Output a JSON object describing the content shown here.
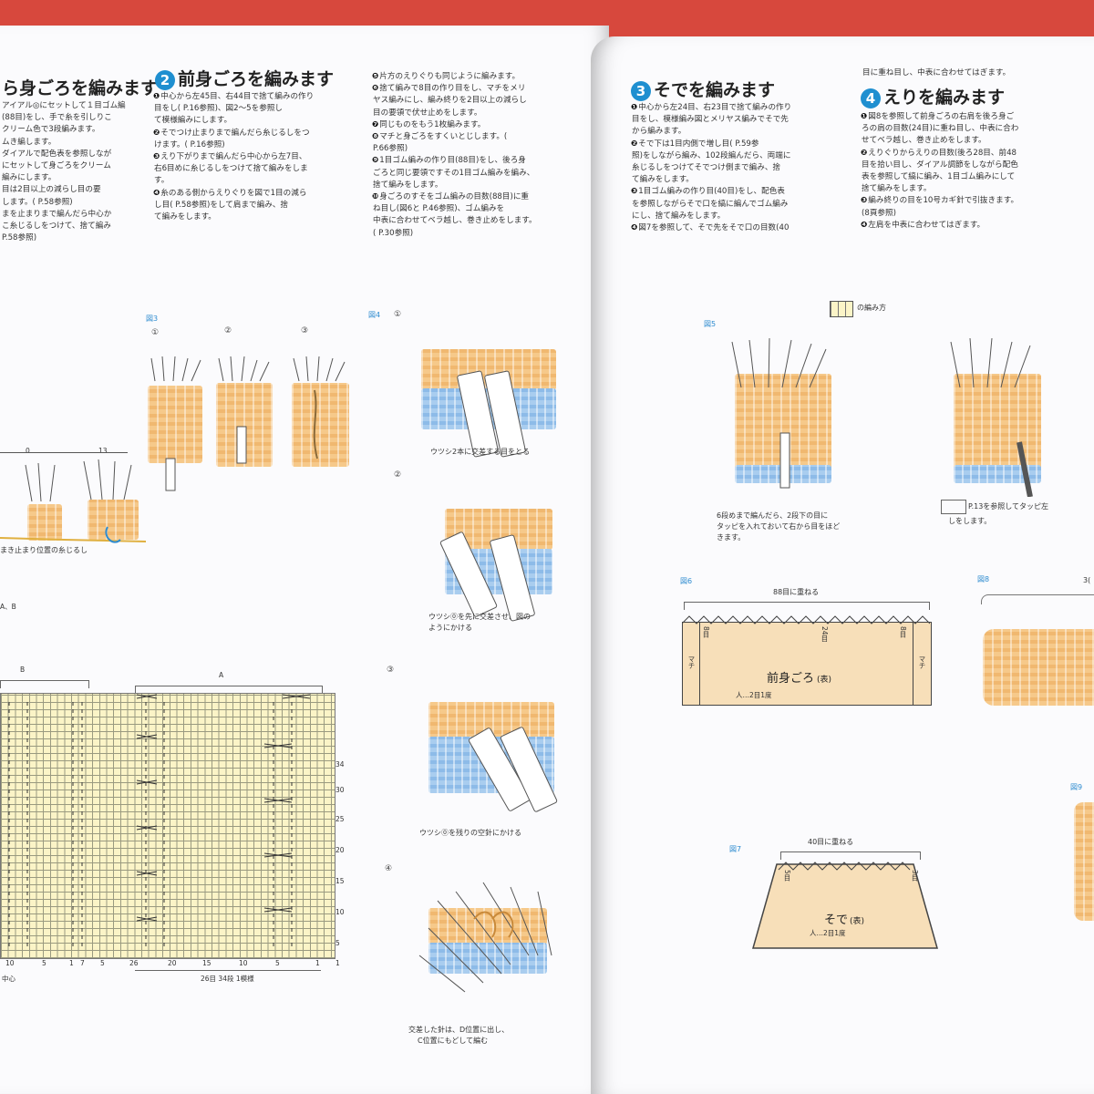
{
  "left_page": {
    "col1": {
      "heading": "ら身ごろを編みます",
      "steps": [
        "アイアル◎にセットして１目ゴム編",
        "(88目)をし、手で糸を引しりこ",
        "クリーム色で3段編みます。",
        "ムき編します。",
        "ダイアルで配色表を参照しなが",
        "にセットして身ごろをクリーム",
        "編みにします。",
        "目は2目以上の減らし目の要",
        "します。(   P.58参照)",
        "まを止まりまで編んだら中心か",
        "こ糸じるしをつけて、捨て編み",
        "P.58参照)"
      ]
    },
    "col2": {
      "number": "2",
      "heading": "前身ごろを編みます",
      "steps": [
        {
          "n": "❶",
          "text": "中心から左45目、右44目で捨て編みの作り"
        },
        {
          "n": "",
          "text": "目をし(   P.16参照)、図2〜5を参照し"
        },
        {
          "n": "",
          "text": "て模様編みにします。"
        },
        {
          "n": "❷",
          "text": "そでつけ止まりまで編んだら糸じるしをつ"
        },
        {
          "n": "",
          "text": "けます。(   P.16参照)"
        },
        {
          "n": "❸",
          "text": "えり下がりまで編んだら中心から左7目、"
        },
        {
          "n": "",
          "text": "右6目めに糸じるしをつけて捨て編みをしま"
        },
        {
          "n": "",
          "text": "す。"
        },
        {
          "n": "❹",
          "text": "糸のある側からえりぐりを図で1目の減ら"
        },
        {
          "n": "",
          "text": "し目(   P.58参照)をして肩まで編み、捨"
        },
        {
          "n": "",
          "text": "て編みをします。"
        }
      ]
    },
    "col3": {
      "steps": [
        {
          "n": "❺",
          "text": "片方のえりぐりも同じように編みます。"
        },
        {
          "n": "❻",
          "text": "捨て編みで8目の作り目をし、マチをメリ"
        },
        {
          "n": "",
          "text": "ヤス編みにし、編み終りを2目以上の減らし"
        },
        {
          "n": "",
          "text": "目の要領で伏せ止めをします。"
        },
        {
          "n": "❼",
          "text": "同じものをもう1枚編みます。"
        },
        {
          "n": "❽",
          "text": "マチと身ごろをすくいとじします。(   "
        },
        {
          "n": "",
          "text": "P.66参照)"
        },
        {
          "n": "❾",
          "text": "1目ゴム編みの作り目(88目)をし、後ろ身"
        },
        {
          "n": "",
          "text": "ごろと同じ要領ですその1目ゴム編みを編み、"
        },
        {
          "n": "",
          "text": "捨て編みをします。"
        },
        {
          "n": "❿",
          "text": "身ごろのすそをゴム編みの目数(88目)に重"
        },
        {
          "n": "",
          "text": "ね目し(図6と   P.46参照)、ゴム編みを"
        },
        {
          "n": "",
          "text": "中表に合わせてベラ越し、巻き止めをします。"
        },
        {
          "n": "",
          "text": "(   P.30参照)"
        }
      ]
    },
    "fig3": {
      "label": "図3",
      "subs": [
        "①",
        "②",
        "③"
      ]
    },
    "fig_left": {
      "top_nums": [
        "0",
        "13"
      ],
      "caption": "まき止まり位置の糸じるし"
    },
    "fig4": {
      "label": "図4",
      "subs": [
        "①",
        "②",
        "③",
        "④"
      ],
      "captions": [
        "ウツシ2本に交差する目をとる",
        "ウツシ⓪を先に交差させ、図の",
        "ようにかける",
        "ウツシ⓪を残りの空針にかける",
        "交差した針は、D位置に出し、",
        "C位置にもどして編む"
      ]
    },
    "chart": {
      "label": "A、B",
      "sections": [
        "B",
        "A"
      ],
      "right_rows": [
        "34",
        "30",
        "25",
        "20",
        "15",
        "10",
        "5",
        "1"
      ],
      "bottom_nums": [
        "10",
        "5",
        "1",
        "7",
        "5",
        "26",
        "20",
        "15",
        "10",
        "5",
        "1"
      ],
      "center_label": "中心",
      "repeat_label": "26目 34段 1模様"
    }
  },
  "right_page": {
    "top_cont": "目に重ね目し、中表に合わせてはぎます。",
    "col1": {
      "number": "3",
      "heading": "そでを編みます",
      "steps": [
        {
          "n": "❶",
          "text": "中心から左24目、右23目で捨て編みの作り"
        },
        {
          "n": "",
          "text": "目をし、模様編み図とメリヤス編みでそで先"
        },
        {
          "n": "",
          "text": "から編みます。"
        },
        {
          "n": "❷",
          "text": "そで下は1目内側で増し目(   P.59参"
        },
        {
          "n": "",
          "text": "照)をしながら編み、102段編んだら、両端に"
        },
        {
          "n": "",
          "text": "糸じるしをつけてそでつけ側まで編み、捨"
        },
        {
          "n": "",
          "text": "て編みをします。"
        },
        {
          "n": "❸",
          "text": "1目ゴム編みの作り目(40目)をし、配色表"
        },
        {
          "n": "",
          "text": "を参照しながらそで口を縞に編んでゴム編み"
        },
        {
          "n": "",
          "text": "にし、捨て編みをします。"
        },
        {
          "n": "❹",
          "text": "図7を参照して、そで先をそで口の目数(40"
        }
      ]
    },
    "col2": {
      "number": "4",
      "heading": "えりを編みます",
      "steps": [
        {
          "n": "❶",
          "text": "図8を参照して前身ごろの右肩を後ろ身ご"
        },
        {
          "n": "",
          "text": "ろの肩の目数(24目)に重ね目し、中表に合わ"
        },
        {
          "n": "",
          "text": "せてベラ越し、巻き止めをします。"
        },
        {
          "n": "❷",
          "text": "えりぐりからえりの目数(後ろ28目、前48"
        },
        {
          "n": "",
          "text": "目を拾い目し、ダイアル調節をしながら配色"
        },
        {
          "n": "",
          "text": "表を参照して縞に編み、1目ゴム編みにして"
        },
        {
          "n": "",
          "text": "捨て編みをします。"
        },
        {
          "n": "❸",
          "text": "編み終りの目を10号カギ針で引抜きます。"
        },
        {
          "n": "",
          "text": "(8頁参照)"
        },
        {
          "n": "❹",
          "text": "左肩を中表に合わせてはぎます。"
        }
      ]
    },
    "legend": "の編み方",
    "fig5": {
      "label": "図5",
      "caption": [
        "6段めまで編んだら、2段下の目に",
        "タッピを入れておいて右から目をほど",
        "きます。"
      ],
      "caption_b": [
        "P.13を参照してタッピ左",
        "しをします。"
      ]
    },
    "fig6": {
      "label": "図6",
      "top": "88目に重ねる",
      "left_side": "マチ",
      "right_side": "マチ",
      "center": "前身ごろ",
      "center_small": "(表)",
      "bottom": "人…2目1度",
      "marks": [
        "8目",
        "24目",
        "8目"
      ]
    },
    "fig7": {
      "label": "図7",
      "top": "40目に重ねる",
      "center": "そで",
      "center_small": "(表)",
      "bottom": "人…2目1度",
      "marks": [
        "5目",
        "3目"
      ]
    },
    "fig8": {
      "label": "図8",
      "side_num": "3("
    },
    "fig9": {
      "label": "図9"
    }
  }
}
